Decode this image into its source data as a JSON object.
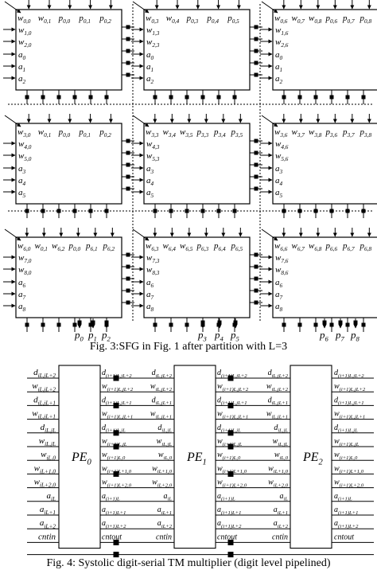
{
  "figure3": {
    "caption": "Fig. 3:SFG in Fig. 1 after partition with L=3",
    "cells": [
      {
        "title": "UC3(0,0)",
        "header": [
          "w0,0",
          "w0,1",
          "p0,0",
          "p0,1",
          "p0,2"
        ],
        "sides": [
          "w1,0",
          "w2,0"
        ],
        "inputs": [
          "a0",
          "a1",
          "a2"
        ]
      },
      {
        "title": "UC3(0,1)",
        "header": [
          "w0,3",
          "w0,4",
          "p0,3",
          "p0,4",
          "p0,5"
        ],
        "sides": [
          "w1,3",
          "w2,3"
        ],
        "inputs": [
          "a0",
          "a1",
          "a2"
        ]
      },
      {
        "title": "UC3(0,2)",
        "header": [
          "w0,6",
          "w0,7",
          "w0,8",
          "p0,6",
          "p0,7",
          "p0,8"
        ],
        "sides": [
          "w1,6",
          "w2,6"
        ],
        "inputs": [
          "a0",
          "a1",
          "a2"
        ]
      },
      {
        "title": "UC3(1,0)",
        "header": [
          "w3,0",
          "w0,1",
          "p0,0",
          "p0,1",
          "p0,2"
        ],
        "sides": [
          "w4,0",
          "w5,0"
        ],
        "inputs": [
          "a3",
          "a4",
          "a5"
        ]
      },
      {
        "title": "UC3(1,1)",
        "header": [
          "w3,3",
          "w3,4",
          "w3,5",
          "p3,3",
          "p3,4",
          "p3,5"
        ],
        "sides": [
          "w4,3",
          "w5,3"
        ],
        "inputs": [
          "a3",
          "a4",
          "a5"
        ]
      },
      {
        "title": "UC3(1,2)",
        "header": [
          "w3,6",
          "w3,7",
          "w3,8",
          "p3,6",
          "p3,7",
          "p3,8"
        ],
        "sides": [
          "w4,6",
          "w5,6"
        ],
        "inputs": [
          "a3",
          "a4",
          "a5"
        ]
      },
      {
        "title": "UC3(2,0)",
        "header": [
          "w6,0",
          "w0,1",
          "w6,2",
          "p0,0",
          "p6,1",
          "p6,2"
        ],
        "sides": [
          "w7,0",
          "w8,0"
        ],
        "inputs": [
          "a6",
          "a7",
          "a8"
        ]
      },
      {
        "title": "UC3(2,1)",
        "header": [
          "w6,3",
          "w6,4",
          "w6,5",
          "p6,3",
          "p6,4",
          "p6,5"
        ],
        "sides": [
          "w7,3",
          "w8,3"
        ],
        "inputs": [
          "a6",
          "a7",
          "a8"
        ]
      },
      {
        "title": "UC3(0,2)",
        "header": [
          "w6,6",
          "w6,7",
          "w6,8",
          "p6,6",
          "p6,7",
          "p6,8"
        ],
        "sides": [
          "w7,6",
          "w8,6"
        ],
        "inputs": [
          "a6",
          "a7",
          "a8"
        ]
      }
    ],
    "outputs": [
      "p0",
      "p1",
      "p2",
      "p3",
      "p4",
      "p5",
      "p6",
      "p7",
      "p8"
    ]
  },
  "figure4": {
    "caption": "Fig. 4: Systolic digit-serial TM multiplier (digit level pipelined)",
    "pes": [
      "PE0",
      "PE1",
      "PE2"
    ],
    "col0": [
      "diL,jL+2",
      "wiL,jL+2",
      "diL,jL+1",
      "wiL,jL+1",
      "diL,jL",
      "wiL,jL",
      "wiL,0",
      "wiL+1,0",
      "wiL+2,0",
      "aiL",
      "aiL+1",
      "aiL+2",
      "cntin"
    ],
    "col1": [
      "d(i+1)L,jL+2",
      "w(i+1)L,jL+2",
      "d(i+1)L,jL+1",
      "w(i+1)L,jL+1",
      "d(i+1)L,jL",
      "w(i+1)L,jL",
      "w(i+1)L,0",
      "w(i+1)L+1,0",
      "w(i+1)L+2,0",
      "a(i+1)L",
      "a(i+1)L+1",
      "a(i+1)L+2",
      "cntout"
    ],
    "col2": [
      "diL,jL+2",
      "wiL,jL+2",
      "diL,jL+1",
      "wiL,jL+1",
      "diL,jL",
      "wiL,jL",
      "wiL,0",
      "wiL+1,0",
      "wiL+2,0",
      "aiL",
      "aiL+1",
      "aiL+2",
      "cntin"
    ],
    "col3": [
      "d(i+1)L,jL+2",
      "w(i+1)L,jL+2",
      "d(i+1)L,jL+1",
      "w(i+1)L,jL+1",
      "d(i+1)L,jL",
      "w(i+1)L,jL",
      "w(i+1)L,0",
      "w(i+1)L+1,0",
      "w(i+1)L+2,0",
      "a(i+1)L",
      "a(i+1)L+1",
      "a(i+1)L+2",
      "cntout"
    ],
    "col4": [
      "diL,jL+2",
      "wiL,jL+2",
      "diL,jL+1",
      "wiL,jL+1",
      "diL,jL",
      "wiL,jL",
      "wiL,0",
      "wiL+1,0",
      "wiL+2,0",
      "aiL",
      "aiL+1",
      "aiL+2",
      "cntin"
    ],
    "col5": [
      "d(i+1)L,jL+2",
      "w(i+1)L,jL+2",
      "d(i+1)L,jL+1",
      "w(i+1)L,jL+1",
      "d(i+1)L,jL",
      "w(i+1)L,jL",
      "w(i+1)L,0",
      "w(i+1)L+1,0",
      "w(i+1)L+2,0",
      "a(i+1)L",
      "a(i+1)L+1",
      "a(i+1)L+2",
      "cntout"
    ]
  }
}
